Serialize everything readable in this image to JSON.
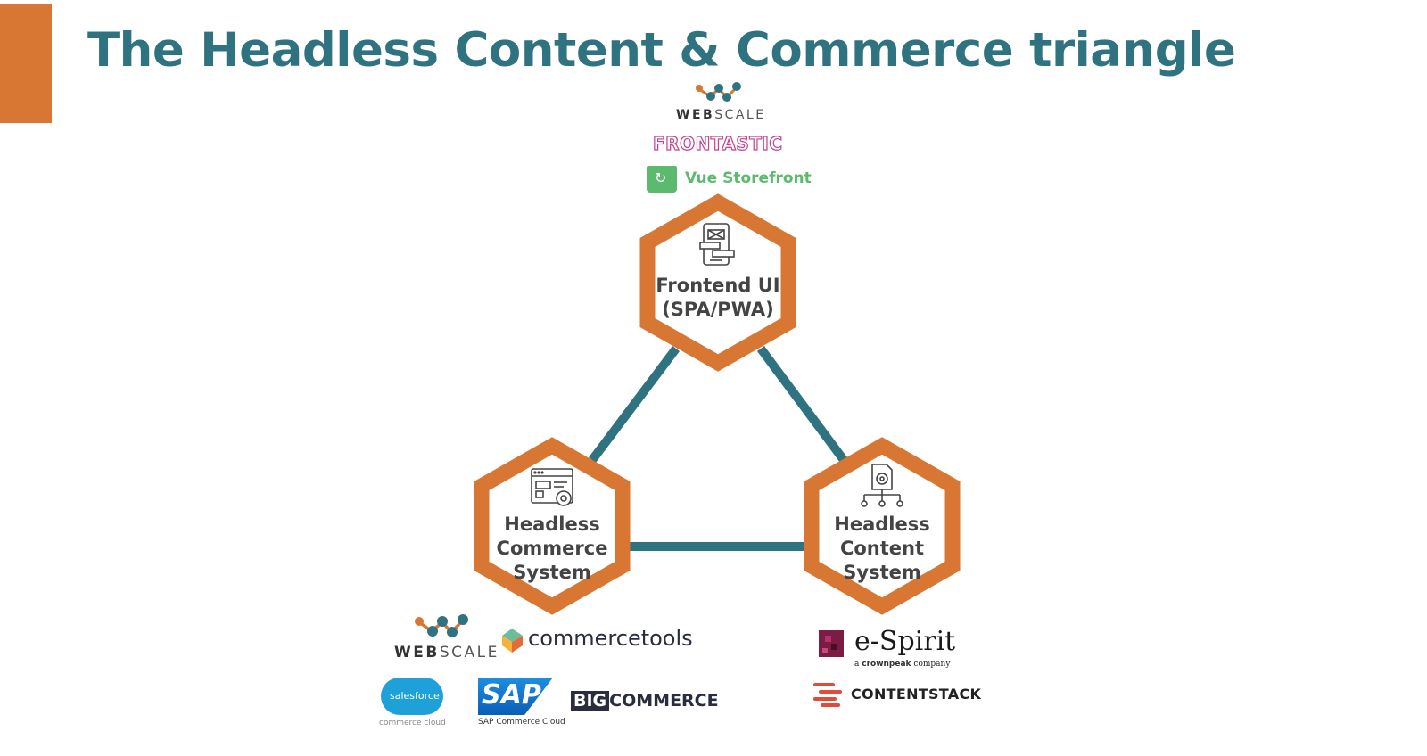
{
  "slide": {
    "title": "The Headless Content & Commerce triangle",
    "accent_color": "#d87733",
    "title_color": "#2f7380",
    "connector_color": "#2f7380"
  },
  "nodes": [
    {
      "id": "frontend",
      "lines": [
        "Frontend UI",
        "(SPA/PWA)"
      ],
      "icon": "mobile-ui-icon"
    },
    {
      "id": "commerce",
      "lines": [
        "Headless",
        "Commerce",
        "System"
      ],
      "icon": "browser-settings-icon"
    },
    {
      "id": "content",
      "lines": [
        "Headless",
        "Content",
        "System"
      ],
      "icon": "document-network-icon"
    }
  ],
  "logos": {
    "frontend": {
      "webscale": {
        "prefix": "WEB",
        "rest": "SCALE"
      },
      "frontastic": "FRONTASTIC",
      "vue_storefront": "Vue Storefront"
    },
    "commerce": {
      "webscale": {
        "prefix": "WEB",
        "rest": "SCALE"
      },
      "commercetools": "commercetools",
      "salesforce": {
        "label": "salesforce",
        "sub": "commerce cloud"
      },
      "sap": {
        "label": "SAP",
        "sub": "SAP Commerce Cloud"
      },
      "bigcommerce": {
        "big": "BIG",
        "rest": "COMMERCE"
      }
    },
    "content": {
      "espirit": {
        "label": "e-Spirit",
        "sub_a": "a",
        "sub_brand": "crownpeak",
        "sub_b": "company"
      },
      "contentstack": "CONTENTSTACK"
    }
  }
}
